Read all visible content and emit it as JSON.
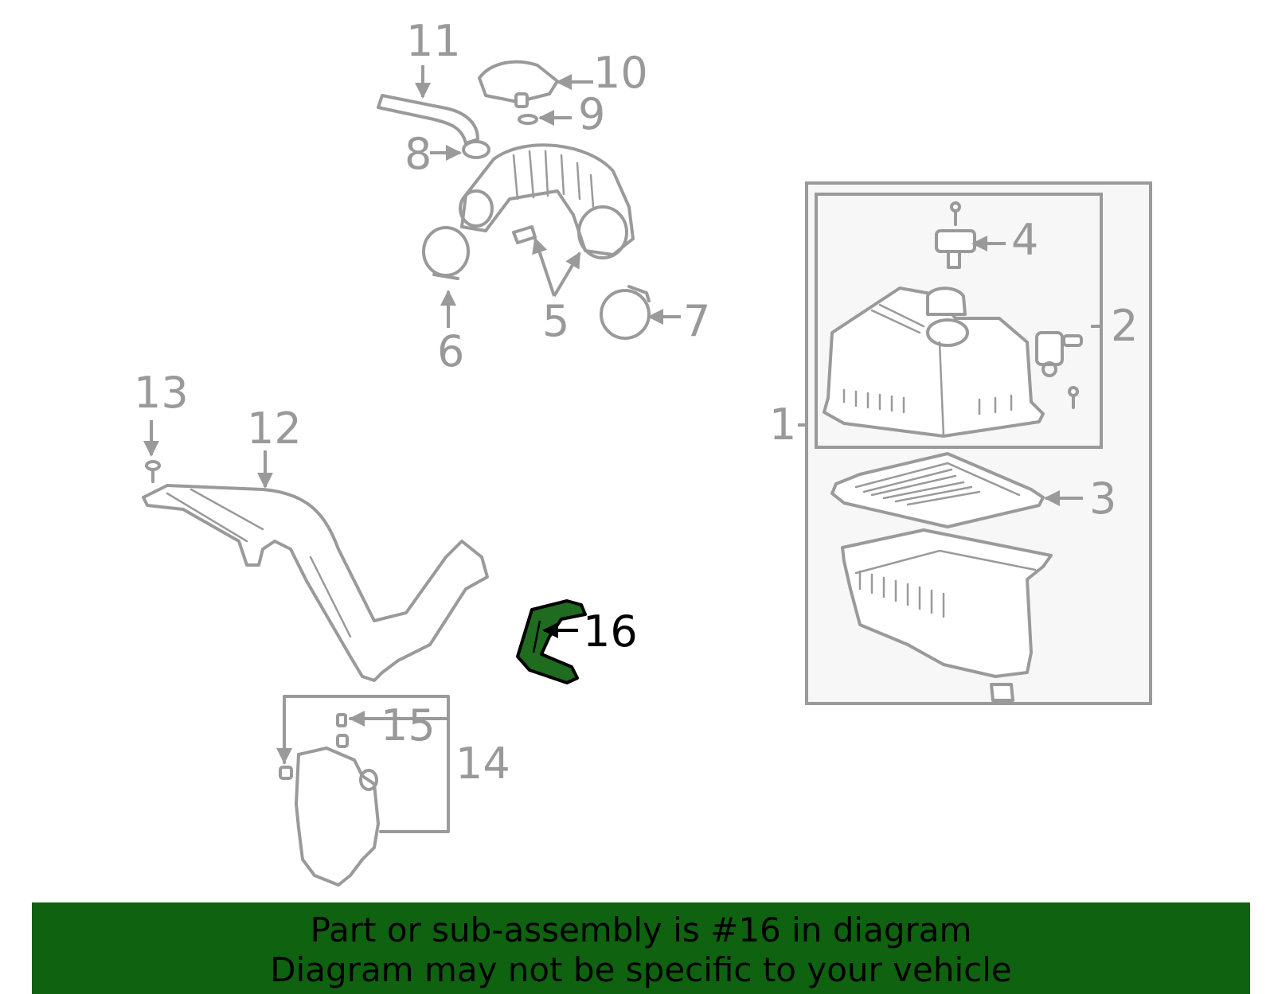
{
  "diagram": {
    "callouts": [
      "1",
      "2",
      "3",
      "4",
      "5",
      "6",
      "7",
      "8",
      "9",
      "10",
      "11",
      "12",
      "13",
      "14",
      "15",
      "16"
    ],
    "highlighted_part": "16",
    "colors": {
      "part_lines": "#9a9a9a",
      "highlight_fill": "#1f6b1f",
      "banner": "#0f620f",
      "panel_bg": "#f7f7f7"
    }
  },
  "banner": {
    "line1": "Part or sub-assembly is #16 in diagram",
    "line2": "Diagram may not be specific to your vehicle"
  }
}
